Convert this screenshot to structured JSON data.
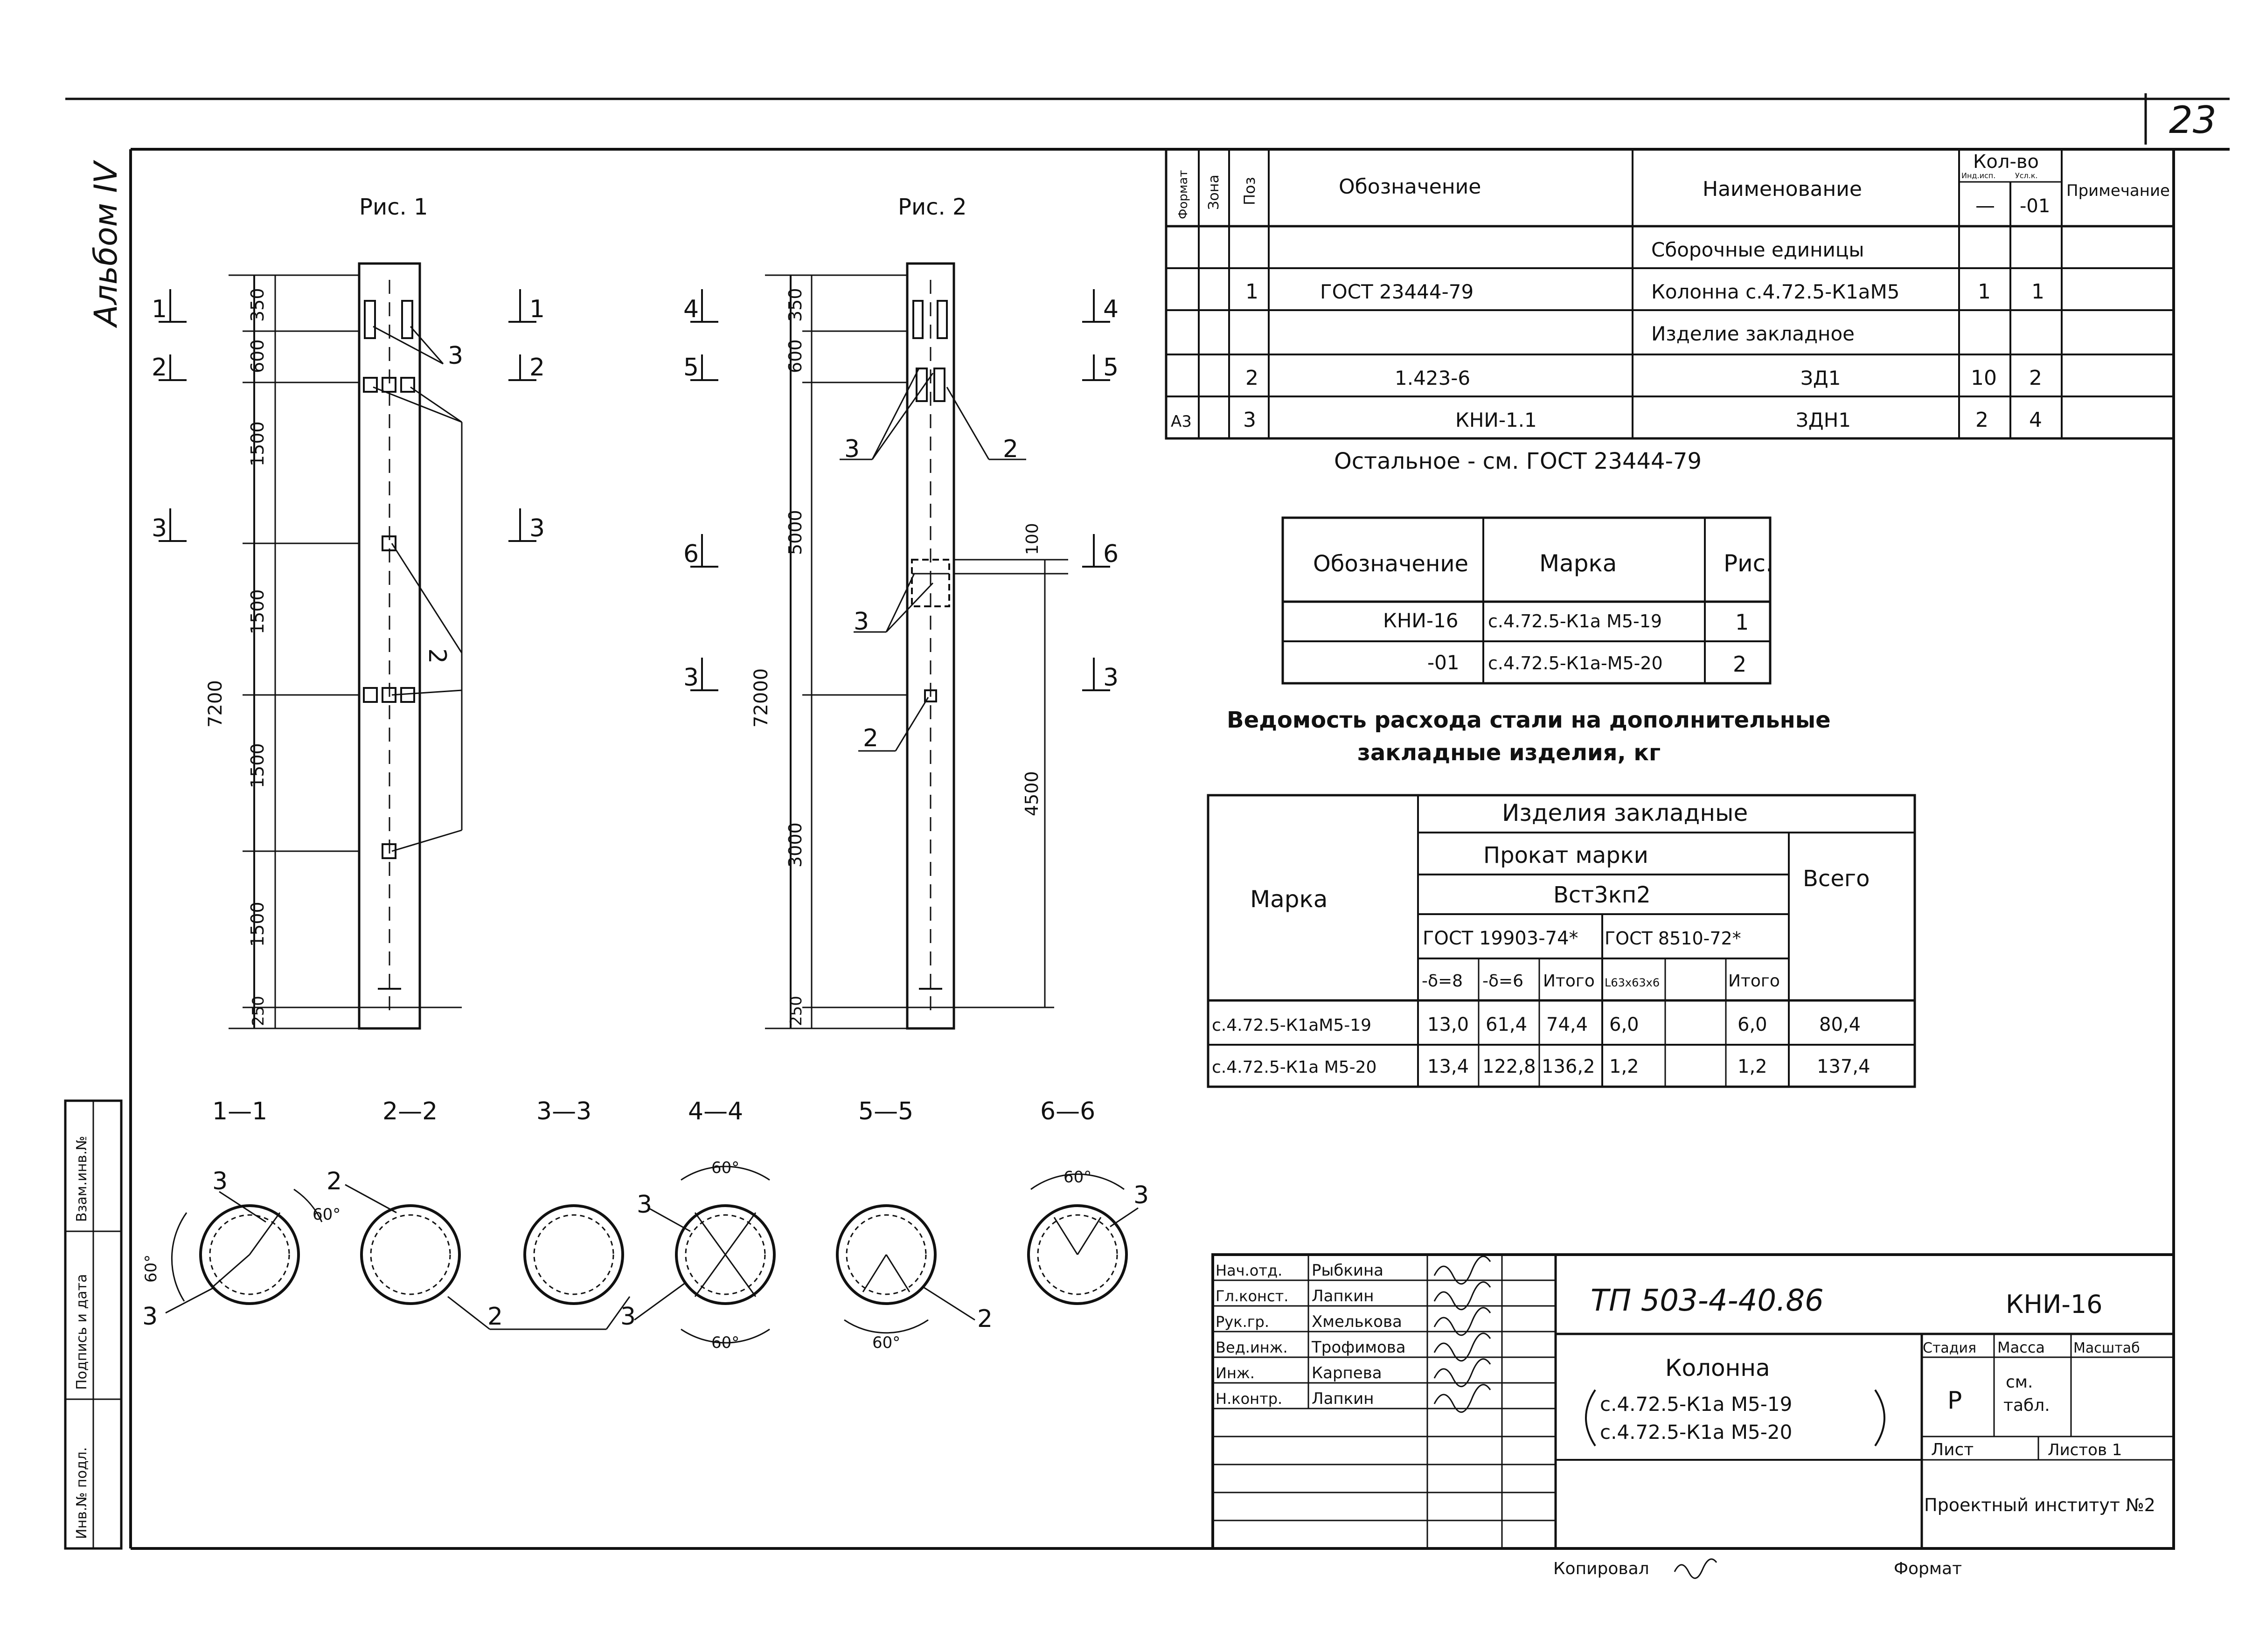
{
  "sheet": {
    "number": "23",
    "album": "Альбом IV"
  },
  "side_stamp": {
    "label1": "Инв.№ подл.",
    "label2": "Подпись и дата",
    "label3": "Взам.инв.№"
  },
  "figures": {
    "fig1": "Рис. 1",
    "fig2": "Рис. 2"
  },
  "fig1": {
    "dims": [
      "350",
      "600",
      "1500",
      "1500",
      "1500",
      "1500",
      "250"
    ],
    "total": "7200",
    "cuts_left": [
      "1",
      "2",
      "3"
    ],
    "cuts_right": [
      "1",
      "2",
      "3"
    ],
    "callouts": [
      "3",
      "2"
    ]
  },
  "fig2": {
    "dims": [
      "350",
      "600",
      "5000",
      "3000",
      "250"
    ],
    "total": "72000",
    "cuts_left": [
      "4",
      "5",
      "6",
      "3"
    ],
    "cuts_right": [
      "4",
      "5",
      "6",
      "3"
    ],
    "right_dims": [
      "100",
      "4500"
    ],
    "callouts": [
      "3",
      "2",
      "3",
      "2"
    ]
  },
  "sections": {
    "titles": [
      "1—1",
      "2—2",
      "3—3",
      "4—4",
      "5—5",
      "6—6"
    ],
    "angles": [
      "60°",
      "60°",
      "60°",
      "60°",
      "60°",
      "60°"
    ],
    "callouts": [
      "3",
      "3",
      "2",
      "2",
      "3",
      "3",
      "2",
      "3"
    ]
  },
  "spec_table": {
    "headers": [
      "Формат",
      "Зона",
      "Поз",
      "Обозначение",
      "Наименование",
      "Кол-во",
      "Примечание"
    ],
    "qty_subheaders": [
      "Инд.исп.",
      "Усл.к."
    ],
    "qty_cols": [
      "—",
      "-01"
    ],
    "rows": [
      {
        "fmt": "",
        "pos": "",
        "designation": "",
        "name": "Сборочные единицы",
        "q1": "",
        "q2": ""
      },
      {
        "fmt": "",
        "pos": "1",
        "designation": "ГОСТ 23444-79",
        "name": "Колонна с.4.72.5-К1аМ5",
        "q1": "1",
        "q2": "1"
      },
      {
        "fmt": "",
        "pos": "",
        "designation": "",
        "name": "Изделие закладное",
        "q1": "",
        "q2": ""
      },
      {
        "fmt": "",
        "pos": "2",
        "designation": "1.423-6",
        "name": "ЗД1",
        "q1": "10",
        "q2": "2"
      },
      {
        "fmt": "А3",
        "pos": "3",
        "designation": "КНИ-1.1",
        "name": "ЗДН1",
        "q1": "2",
        "q2": "4"
      }
    ],
    "note": "Остальное - см. ГОСТ 23444-79"
  },
  "mark_table": {
    "headers": [
      "Обозначение",
      "Марка",
      "Рис."
    ],
    "rows": [
      {
        "designation": "КНИ-16",
        "mark": "с.4.72.5-К1а М5-19",
        "fig": "1"
      },
      {
        "designation": "-01",
        "mark": "с.4.72.5-К1а-М5-20",
        "fig": "2"
      }
    ]
  },
  "steel_title": {
    "line1": "Ведомость расхода стали на дополнительные",
    "line2": "закладные изделия, кг"
  },
  "steel_table": {
    "h_marka": "Марка",
    "h_items": "Изделия закладные",
    "h_prokat": "Прокат марки",
    "h_steel": "Вст3кп2",
    "h_total": "Всего",
    "h_gost1": "ГОСТ 19903-74*",
    "h_gost2": "ГОСТ 8510-72*",
    "subcols": [
      "-δ=8",
      "-δ=6",
      "Итого",
      "L63x63x6",
      "",
      "Итого"
    ],
    "rows": [
      {
        "mark": "с.4.72.5-К1аМ5-19",
        "v": [
          "13,0",
          "61,4",
          "74,4",
          "6,0",
          "",
          "6,0"
        ],
        "total": "80,4"
      },
      {
        "mark": "с.4.72.5-К1а М5-20",
        "v": [
          "13,4",
          "122,8",
          "136,2",
          "1,2",
          "",
          "1,2"
        ],
        "total": "137,4"
      }
    ]
  },
  "title_block": {
    "roles": [
      "Нач.отд.",
      "Гл.конст.",
      "Рук.гр.",
      "Вед.инж.",
      "Инж.",
      "Н.контр."
    ],
    "names": [
      "Рыбкина",
      "Лапкин",
      "Хмелькова",
      "Трофимова",
      "Карпева",
      "Лапкин"
    ],
    "code": "ТП 503-4-40.86",
    "mark": "КНИ-16",
    "name1": "Колонна",
    "name2": "с.4.72.5-К1а М5-19",
    "name3": "с.4.72.5-К1а М5-20",
    "h_stage": "Стадия",
    "h_mass": "Масса",
    "h_scale": "Масштаб",
    "stage": "Р",
    "mass1": "см.",
    "mass2": "табл.",
    "sheet_label": "Лист",
    "sheets_label": "Листов 1",
    "org": "Проектный институт №2"
  },
  "footer": {
    "copied": "Копировал",
    "format": "Формат"
  }
}
